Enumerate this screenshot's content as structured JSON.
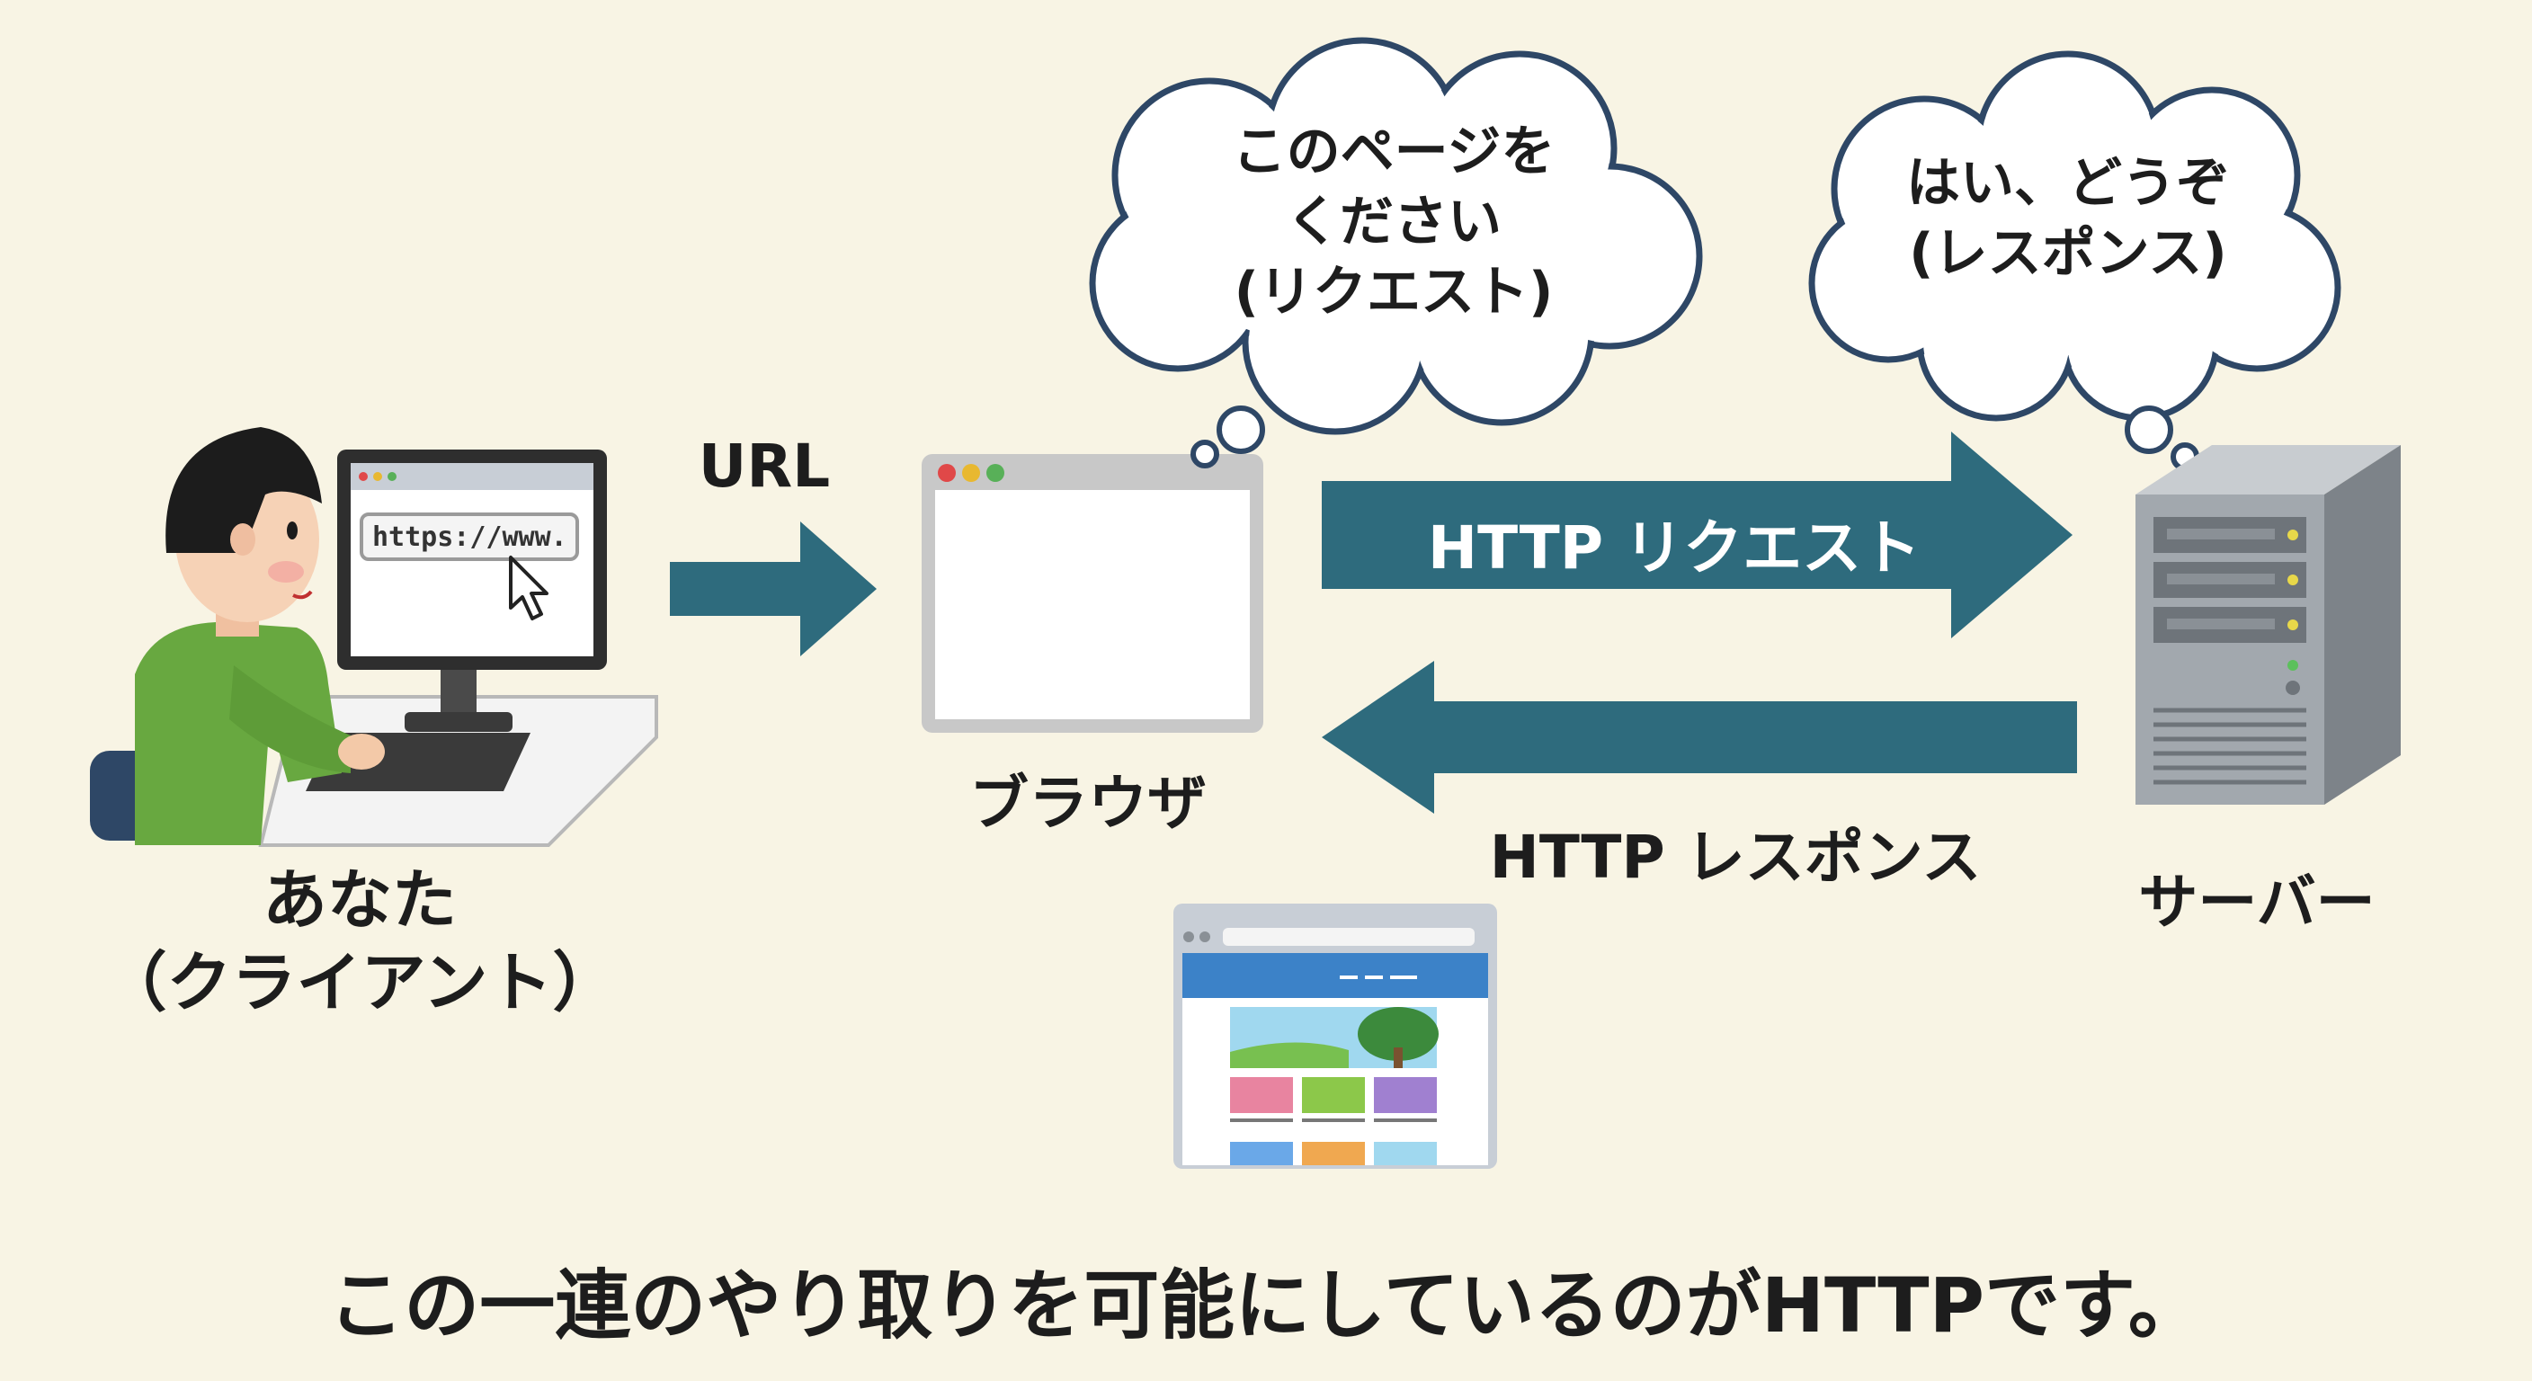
{
  "labels": {
    "client_line1": "あなた",
    "client_line2": "（クライアント）",
    "url": "URL",
    "browser": "ブラウザ",
    "server": "サーバー",
    "request_arrow": "HTTP リクエスト",
    "response_arrow": "HTTP レスポンス"
  },
  "bubbles": {
    "browser_thought": [
      "このページを",
      "ください",
      "(リクエスト)"
    ],
    "server_thought": [
      "はい、どうぞ",
      "(レスポンス)"
    ]
  },
  "monitor_url": "https://www.",
  "caption": "この一連のやり取りを可能にしているのがHTTPです。",
  "colors": {
    "background": "#f8f4e4",
    "arrow": "#2e6b7d",
    "shirt": "#68a840",
    "server": "#9aa0a6"
  }
}
